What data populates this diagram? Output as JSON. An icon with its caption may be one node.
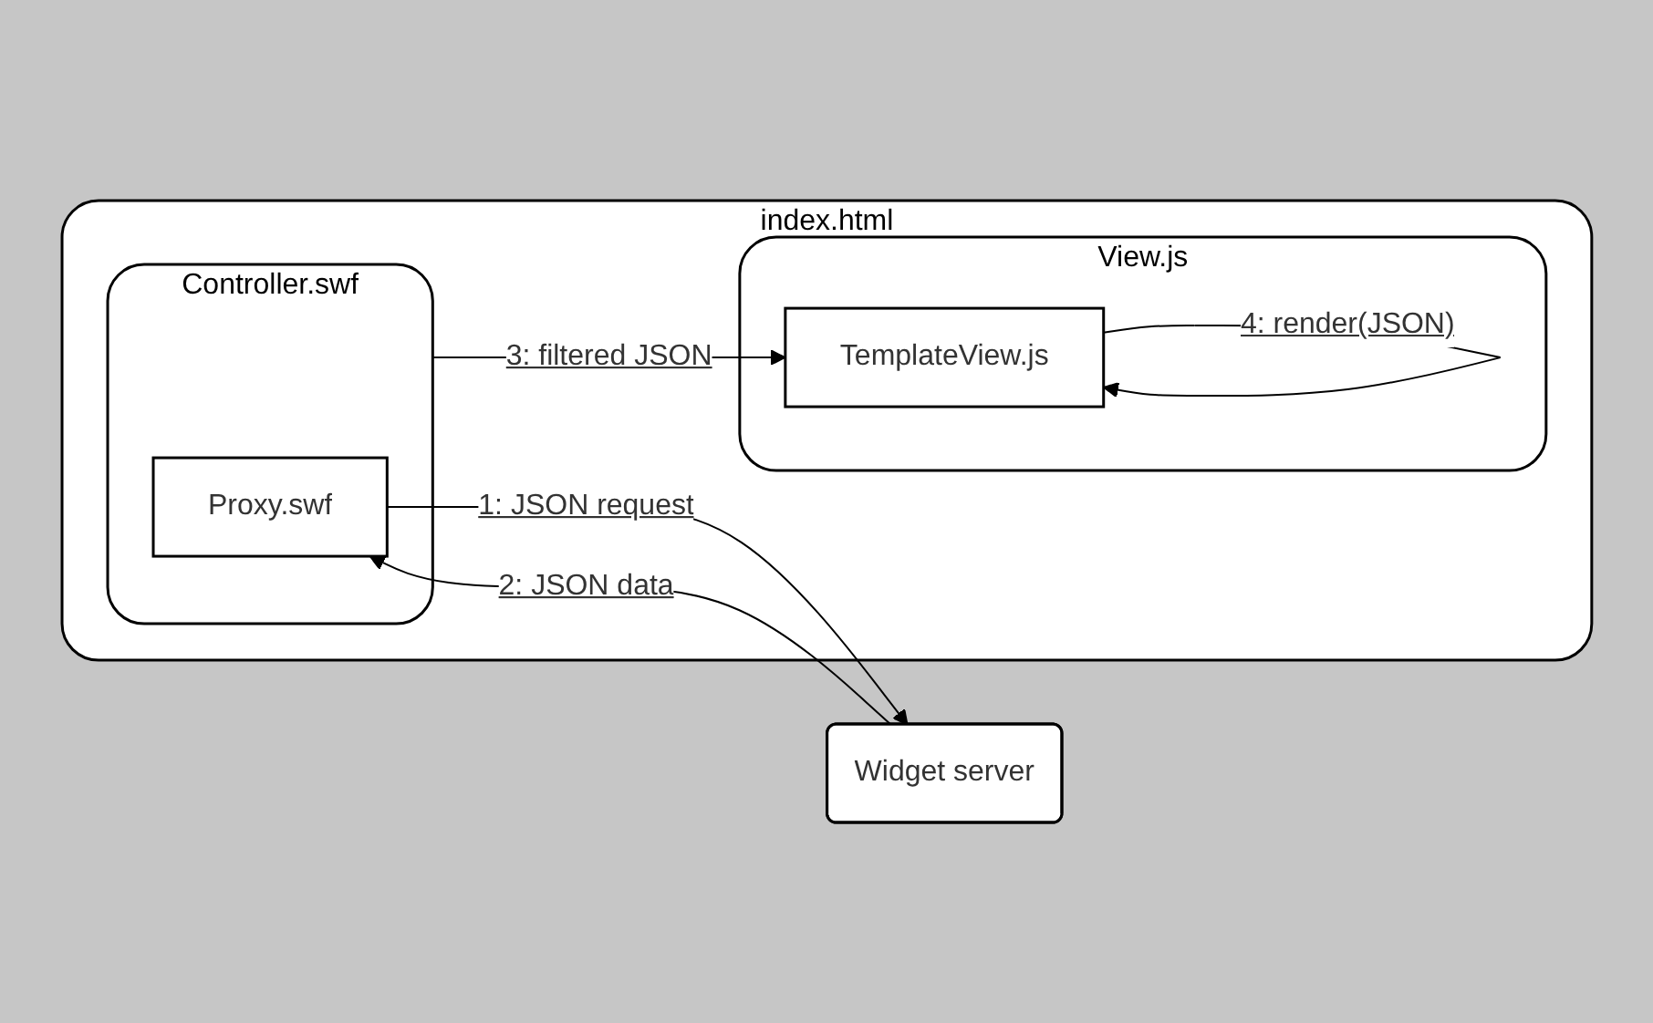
{
  "diagram": {
    "nodes": [
      {
        "text": [
          "index.html"
        ]
      },
      {
        "text": [
          "View.js"
        ],
        "in": 0
      },
      {
        "text": [
          "TemplateView.js"
        ],
        "in": 1
      },
      {
        "text": [
          "Controller.swf"
        ],
        "in": 0
      },
      {
        "text": [
          "Proxy.swf"
        ],
        "in": 3
      },
      {
        "text": [
          "Widget server"
        ]
      }
    ],
    "edges": [
      {
        "from": 4,
        "to": 5,
        "arrow": "to",
        "label": "1: JSON request"
      },
      {
        "from": 5,
        "to": 4,
        "arrow": "to",
        "label": "2: JSON data"
      },
      {
        "from": 3,
        "to": 2,
        "arrow": "to",
        "label": "3: filtered JSON"
      },
      {
        "from": 2,
        "to": 2,
        "arrow": "to",
        "label": "4: render(JSON)"
      }
    ]
  }
}
